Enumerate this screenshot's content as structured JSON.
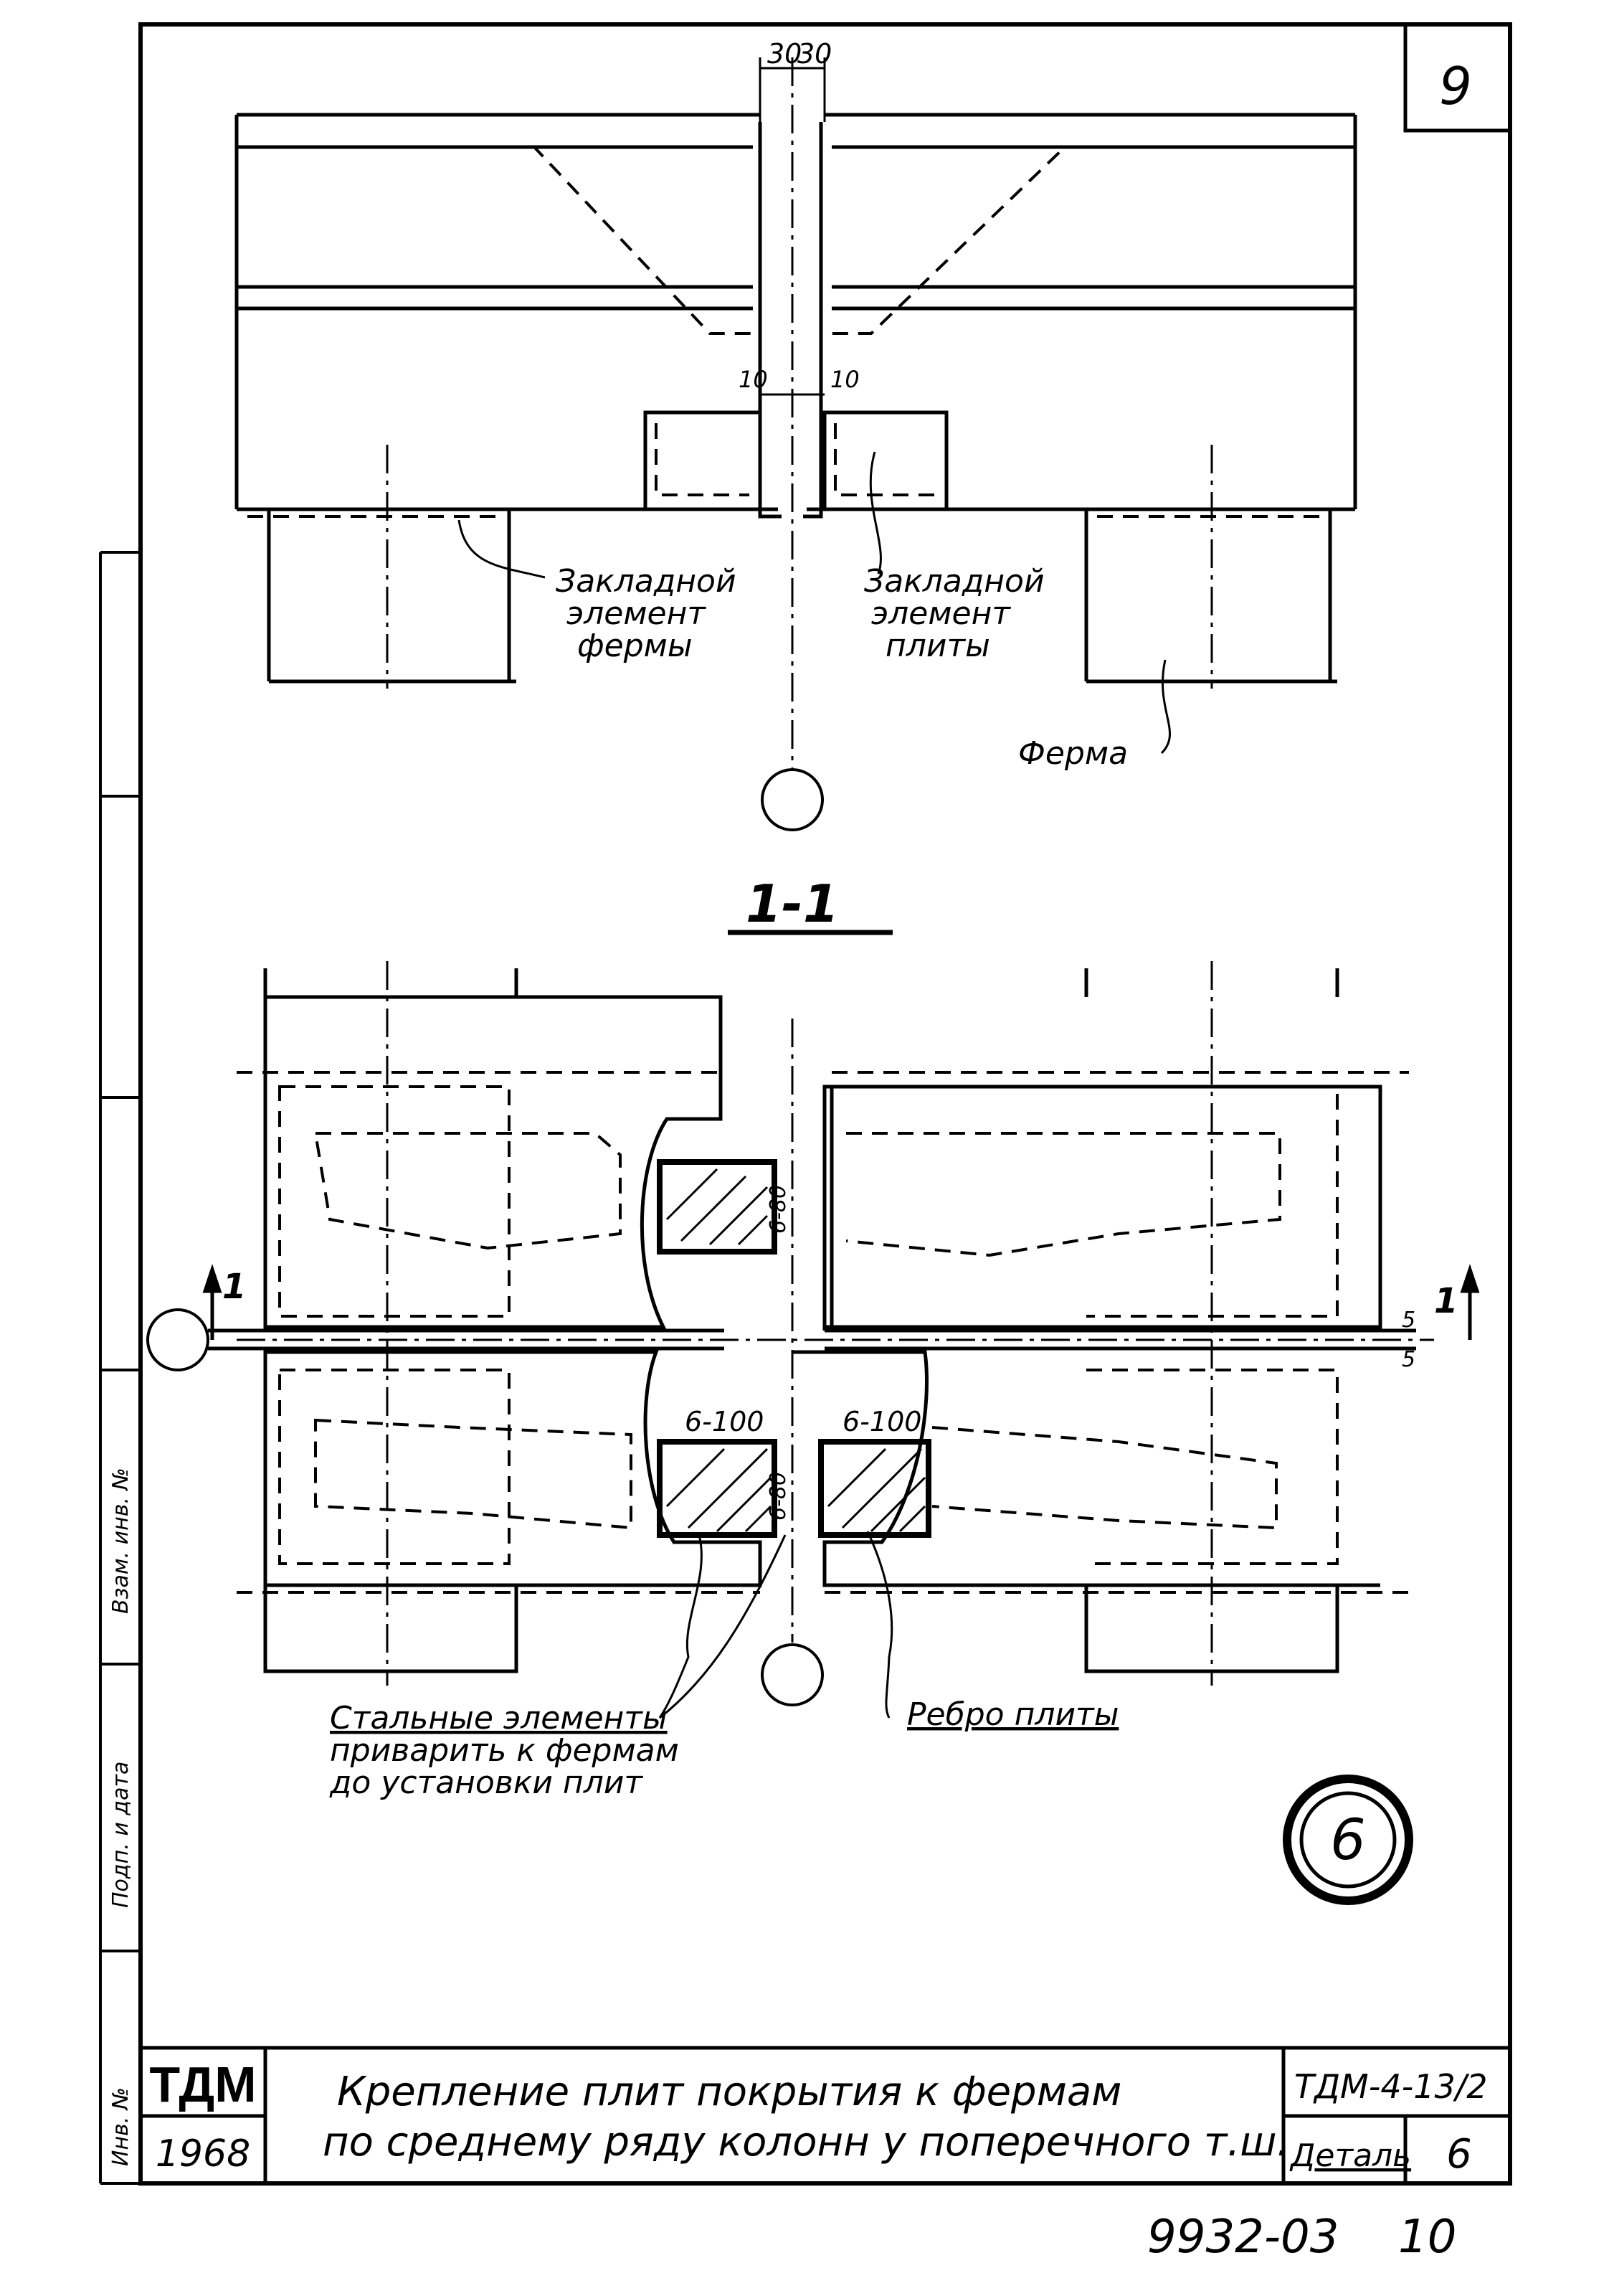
{
  "sheet": {
    "page_number": "9",
    "footer_left": "9932-03",
    "footer_right": "10"
  },
  "dimensions": {
    "top_left": "30",
    "top_right": "30",
    "gap_left": "10",
    "gap_right": "10",
    "plan_right_5a": "5",
    "plan_right_5b": "5",
    "spacing_upper": "6-80",
    "spacing_lower": "6-80",
    "weld_left": "6-100",
    "weld_right": "6-100"
  },
  "labels": {
    "embed_truss": [
      "Закладной",
      "элемент",
      "фермы"
    ],
    "embed_slab": [
      "Закладной",
      "элемент",
      "плиты"
    ],
    "truss": "Ферма",
    "section_mark": "1-1",
    "section_arrow_left": "1",
    "section_arrow_right": "1",
    "steel_elements": [
      "Стальные элементы",
      "приварить к фермам",
      "до установки плит"
    ],
    "slab_rib": "Ребро плиты",
    "detail_circle": "6"
  },
  "side_margin": [
    "Инв. №",
    "Подп. и дата",
    "Взам. инв. №"
  ],
  "title_block": {
    "org": "ТДМ",
    "year": "1968",
    "title_line1": "Крепление плит покрытия к фермам",
    "title_line2": "по среднему ряду колонн у поперечного т.ш.",
    "code": "ТДМ-4-13/2",
    "detail_label": "Деталь",
    "detail_number": "6"
  }
}
